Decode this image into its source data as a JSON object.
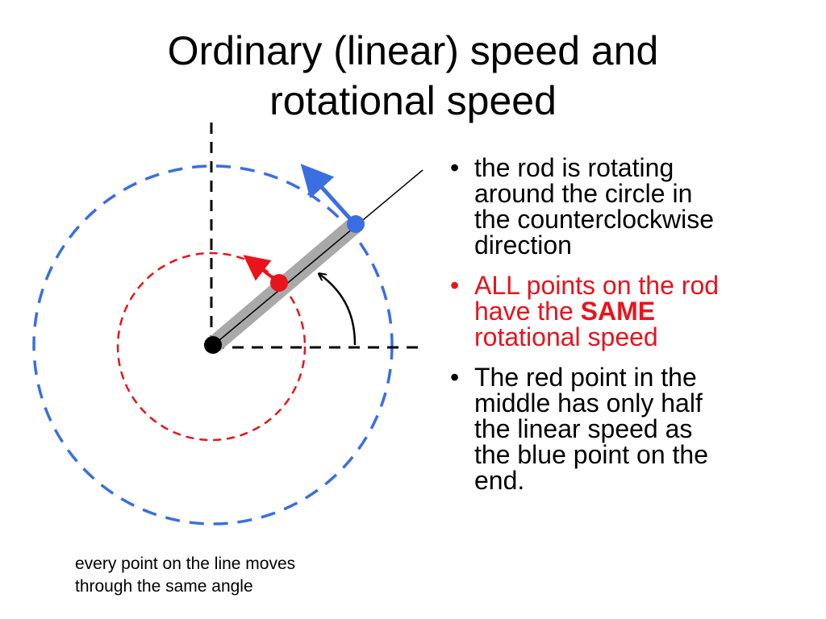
{
  "title": {
    "line1": "Ordinary (linear)  speed and",
    "line2": "rotational speed"
  },
  "bullets": [
    {
      "lines": [
        "the rod is rotating",
        "around the circle in",
        "the counterclockwise",
        "direction"
      ]
    },
    {
      "lines": [
        "ALL points on the rod"
      ],
      "line2_prefix": "have the ",
      "line2_bold": "SAME",
      "line3": "rotational speed"
    },
    {
      "lines": [
        "The red point in the",
        "middle has only half",
        "the linear speed as",
        "the blue point on the",
        "end."
      ]
    }
  ],
  "caption": {
    "line1": "every point on the line moves",
    "line2": "through the same angle"
  },
  "colors": {
    "blue": "#3b6ee0",
    "red": "#e8141c",
    "rod": "#a9a9a9",
    "black": "#000000"
  },
  "icons": {
    "bullet": "•"
  }
}
